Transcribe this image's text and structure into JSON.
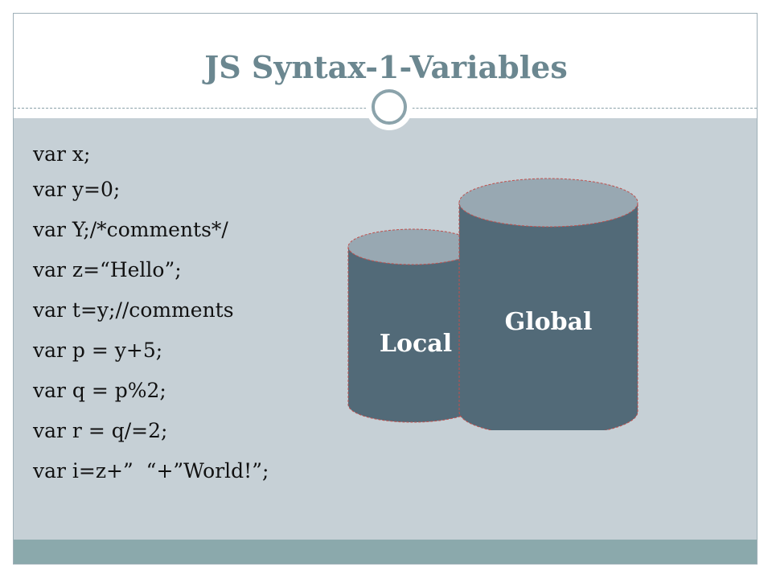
{
  "slide": {
    "title": "JS Syntax-1-Variables",
    "code_lines": [
      "var x;",
      "var y=0;",
      "var Y;/*comments*/",
      "var z=“Hello”;",
      "var t=y;//comments",
      "var p = y+5;",
      "var q = p%2;",
      "var r = q/=2;",
      "var i=z+”  “+”World!”;"
    ],
    "diagram": {
      "local_label": "Local",
      "global_label": "Global"
    }
  },
  "colors": {
    "title": "#6b8790",
    "panel": "#c6d0d6",
    "footer": "#8ba9ac",
    "cylinder_body": "#526a78",
    "cylinder_top": "#98a8b2",
    "cylinder_outline": "#c0504d"
  }
}
